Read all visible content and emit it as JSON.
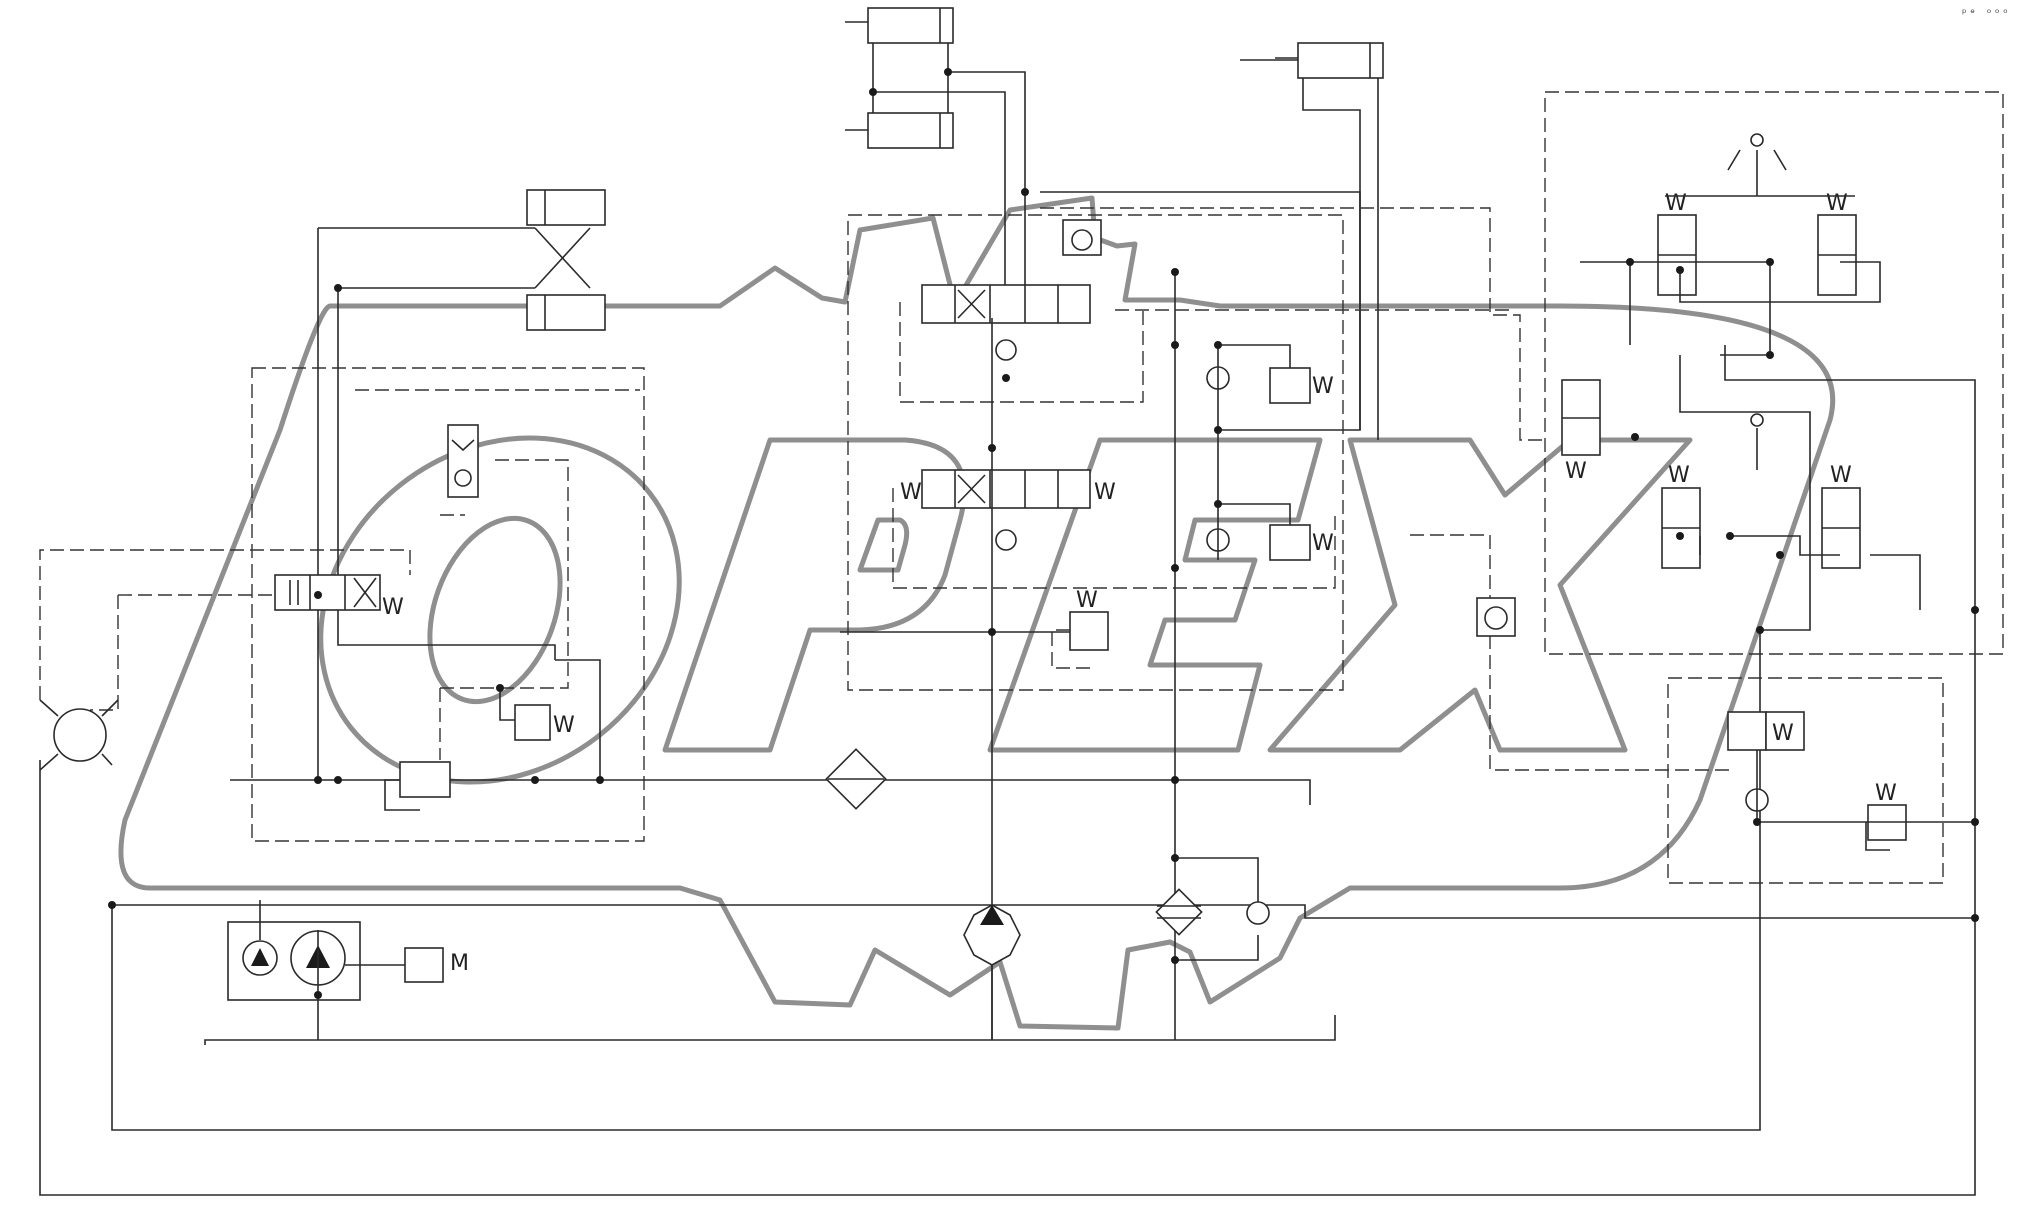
{
  "diagram": {
    "type": "hydraulic-schematic",
    "symbol_labels": {
      "motor": "M",
      "spring": "W"
    },
    "watermark": {
      "text": "OPEX"
    },
    "corner_mark": "ᵖᶱ ᵒᵒᵒ"
  }
}
